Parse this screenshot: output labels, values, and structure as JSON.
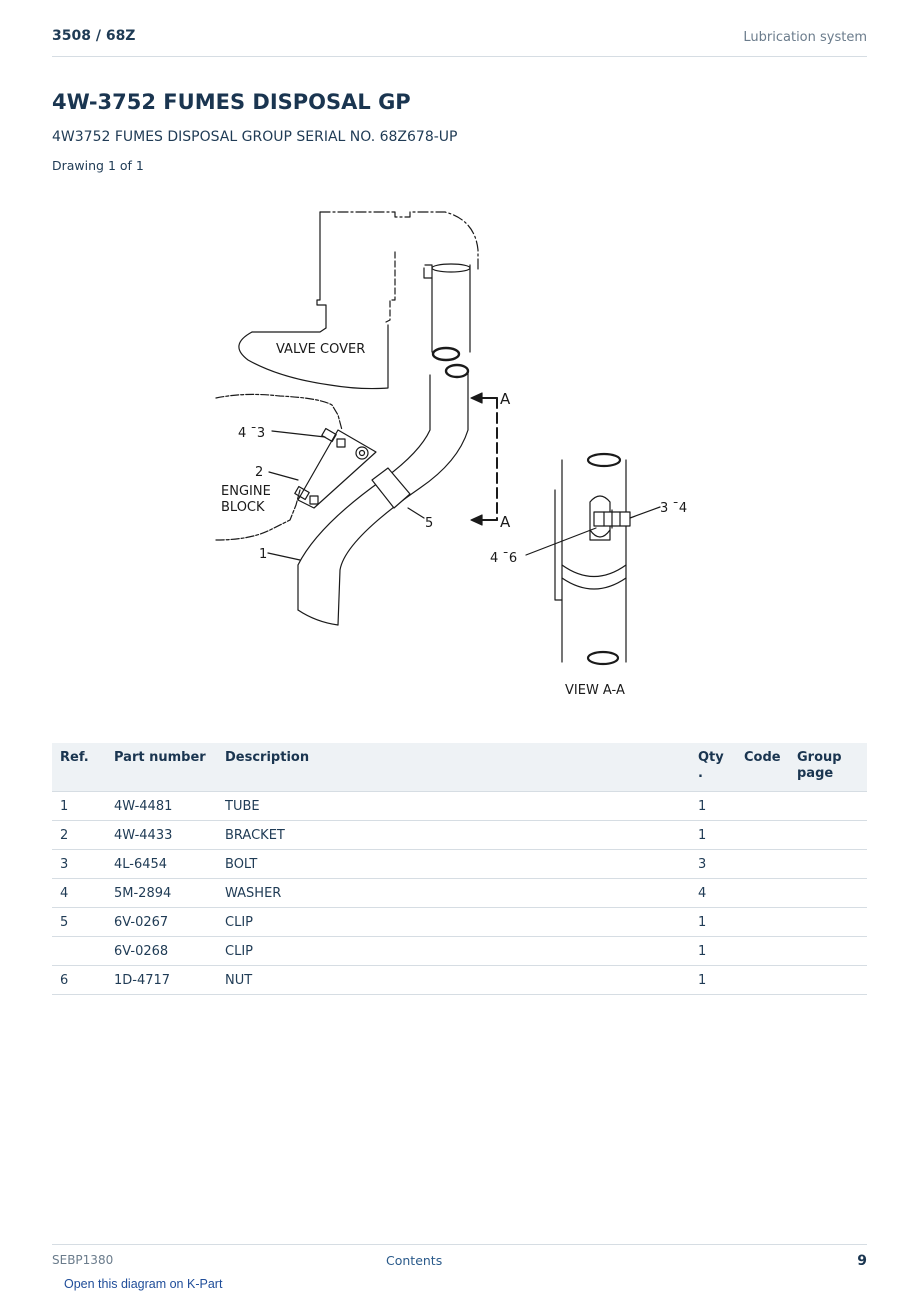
{
  "header": {
    "model": "3508  /  68Z",
    "section": "Lubrication system"
  },
  "title": "4W-3752 FUMES DISPOSAL GP",
  "subtitle": "4W3752 FUMES DISPOSAL GROUP SERIAL NO. 68Z678-UP",
  "drawing_count": "Drawing 1 of 1",
  "diagram": {
    "labels": {
      "valve_cover": "VALVE  COVER",
      "engine": "ENGINE",
      "block": "BLOCK",
      "view_aa": "VIEW  A-A",
      "a_top": "A",
      "a_bottom": "A",
      "callout_4_3": "4 ¯3",
      "callout_2": "2",
      "callout_1": "1",
      "callout_5": "5",
      "callout_3_4": "3 ¯4",
      "callout_4_6": "4 ¯6"
    }
  },
  "table": {
    "headers": {
      "ref": "Ref.",
      "part_number": "Part number",
      "description": "Description",
      "qty_line1": "Qty",
      "qty_line2": ".",
      "code": "Code",
      "group_line1": "Group",
      "group_line2": "page"
    },
    "rows": [
      {
        "ref": "1",
        "part_number": "4W-4481",
        "description": "TUBE",
        "qty": "1",
        "code": "",
        "group_page": ""
      },
      {
        "ref": "2",
        "part_number": "4W-4433",
        "description": "BRACKET",
        "qty": "1",
        "code": "",
        "group_page": ""
      },
      {
        "ref": "3",
        "part_number": "4L-6454",
        "description": "BOLT",
        "qty": "3",
        "code": "",
        "group_page": ""
      },
      {
        "ref": "4",
        "part_number": "5M-2894",
        "description": "WASHER",
        "qty": "4",
        "code": "",
        "group_page": ""
      },
      {
        "ref": "5",
        "part_number": "6V-0267",
        "description": "CLIP",
        "qty": "1",
        "code": "",
        "group_page": ""
      },
      {
        "ref": "",
        "part_number": "6V-0268",
        "description": "CLIP",
        "qty": "1",
        "code": "",
        "group_page": ""
      },
      {
        "ref": "6",
        "part_number": "1D-4717",
        "description": "NUT",
        "qty": "1",
        "code": "",
        "group_page": ""
      }
    ]
  },
  "footer": {
    "doc_id": "SEBP1380",
    "contents_link": "Contents",
    "page_number": "9",
    "kpart_link": "Open this diagram on K-Part"
  }
}
